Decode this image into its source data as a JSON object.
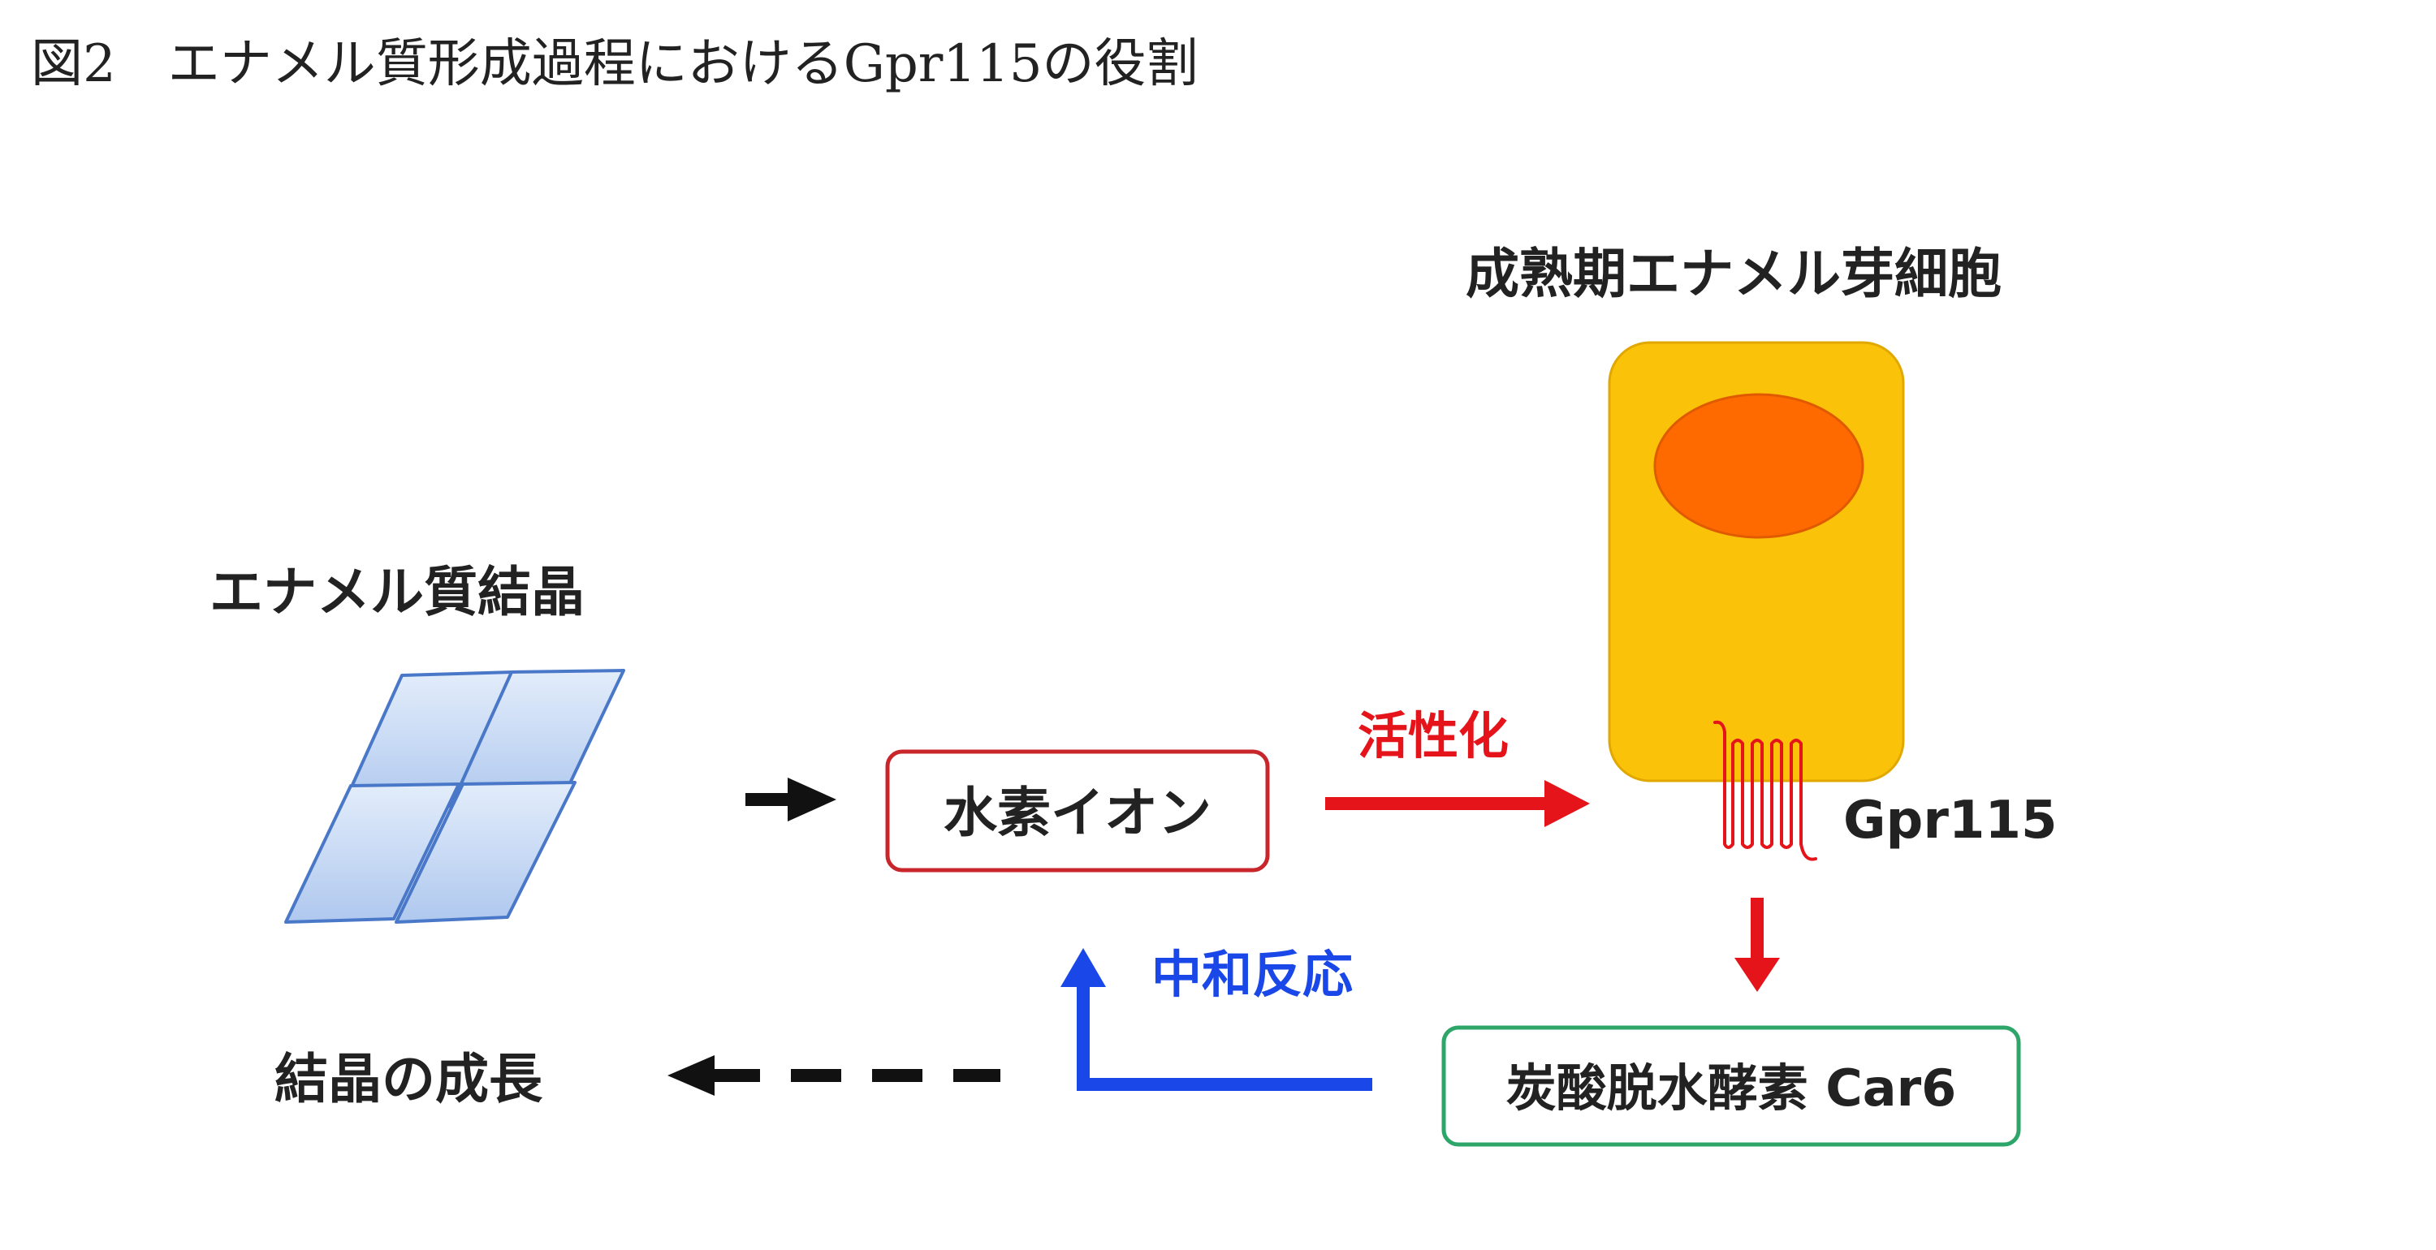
{
  "figure": {
    "title": "図2　エナメル質形成過程におけるGpr115の役割"
  },
  "labels": {
    "crystal": "エナメル質結晶",
    "cell": "成熟期エナメル芽細胞",
    "hydrogen_ion": "水素イオン",
    "activation": "活性化",
    "receptor": "Gpr115",
    "enzyme": "炭酸脱水酵素 Car6",
    "neutralization": "中和反応",
    "growth": "結晶の成長"
  },
  "colors": {
    "cell_body": "#FBC20A",
    "nucleus": "#FF6A00",
    "activation": "#E5141B",
    "neutralization": "#1A48E8",
    "ion_box_border": "#C8262B",
    "enzyme_box_border": "#2EA66A",
    "crystal_fill": "#C8DAF5",
    "crystal_stroke": "#4A78C8",
    "text": "#222222"
  }
}
